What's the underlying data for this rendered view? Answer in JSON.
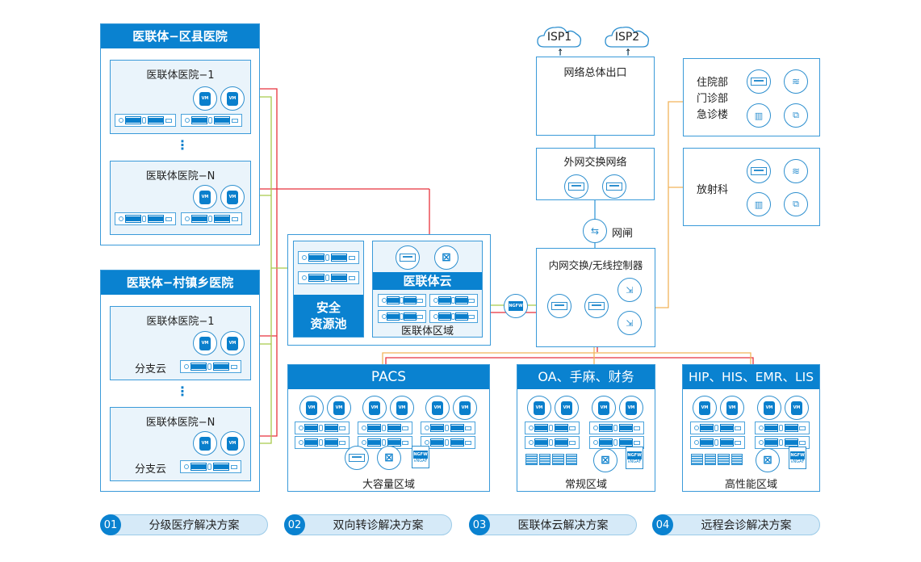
{
  "county": {
    "title": "医联体−区县医院",
    "hospitals": [
      {
        "label": "医联体医院−1"
      },
      {
        "label": "医联体医院−N"
      }
    ],
    "ellipsis": "⋮"
  },
  "village": {
    "title": "医联体−村镇乡医院",
    "hospitals": [
      {
        "label": "医联体医院−1",
        "branch": "分支云"
      },
      {
        "label": "医联体医院−N",
        "branch": "分支云"
      }
    ],
    "ellipsis": "⋮"
  },
  "vm_label": "VM",
  "security_pool": {
    "label_line1": "安全",
    "label_line2": "资源池"
  },
  "cloud": {
    "title": "医联体云",
    "region": "医联体区域"
  },
  "ngfw_label": "NGFW",
  "vngaf_label": "vNGAF",
  "isp": [
    "ISP1",
    "ISP2"
  ],
  "egress": {
    "title": "网络总体出口"
  },
  "external_switch": {
    "title": "外网交换网络"
  },
  "gateway": {
    "label": "网闸"
  },
  "internal_switch": {
    "title": "内网交换/无线控制器"
  },
  "departments": [
    {
      "lines": [
        "住院部",
        "门诊部",
        "急诊楼"
      ]
    },
    {
      "lines": [
        "放射科"
      ]
    }
  ],
  "zones": [
    {
      "title": "PACS",
      "region": "大容量区域"
    },
    {
      "title": "OA、手麻、财务",
      "region": "常规区域"
    },
    {
      "title": "HIP、HIS、EMR、LIS",
      "region": "高性能区域"
    }
  ],
  "solutions": [
    {
      "num": "01",
      "label": "分级医疗解决方案"
    },
    {
      "num": "02",
      "label": "双向转诊解决方案"
    },
    {
      "num": "03",
      "label": "医联体云解决方案"
    },
    {
      "num": "04",
      "label": "远程会诊解决方案"
    }
  ],
  "colors": {
    "primary": "#0a82d0",
    "border": "#3a9ad9",
    "red_link": "#e8323c",
    "green_link": "#a8c94a",
    "orange_link": "#f2b35a"
  }
}
